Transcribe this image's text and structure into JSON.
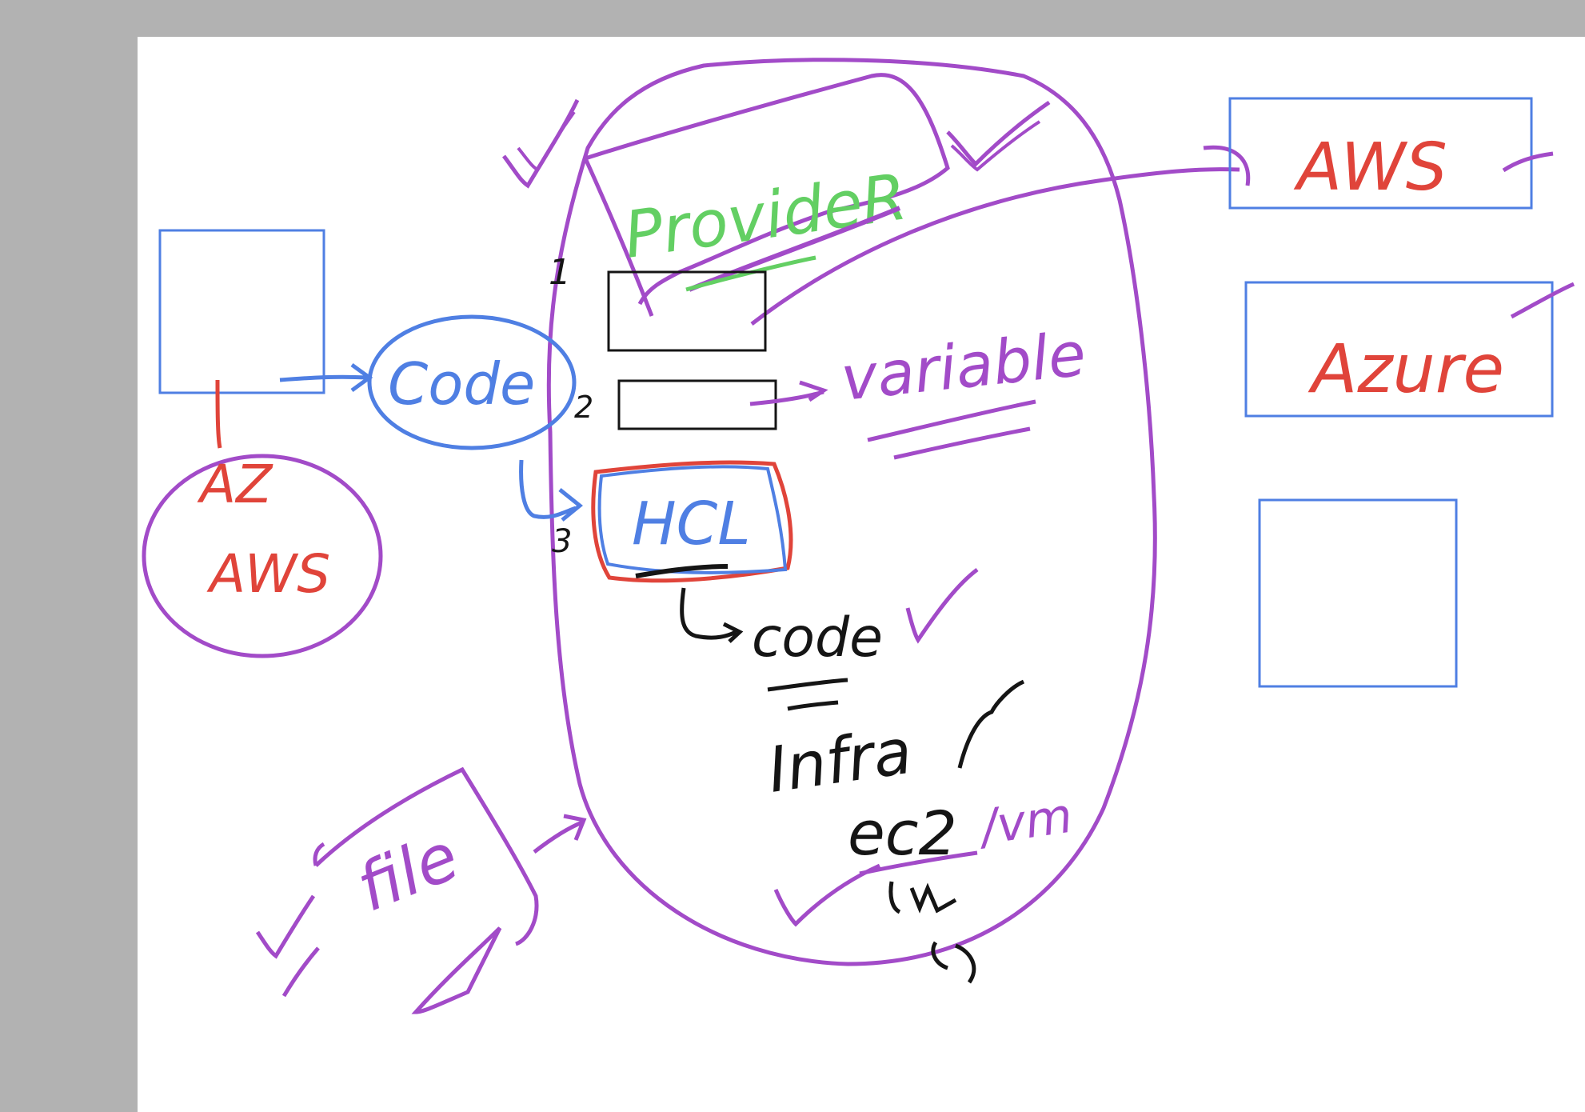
{
  "colors": {
    "frame": "#b2b2b2",
    "canvas": "#ffffff",
    "purple": "#a24bc8",
    "blue": "#4f7fe3",
    "red": "#e0443a",
    "green": "#63cf63",
    "black": "#151515"
  },
  "labels": {
    "provider": "ProvideR",
    "code": "Code",
    "variable": "variable",
    "hcl": "HCL",
    "az": "AZ",
    "aws_circle": "AWS",
    "aws_box": "AWS",
    "azure": "Azure",
    "code_lower": "code",
    "infra": "Infra",
    "ec2": "ec2",
    "vm": "/vm",
    "file": "file",
    "num1": "1",
    "num2": "2",
    "num3": "3"
  }
}
